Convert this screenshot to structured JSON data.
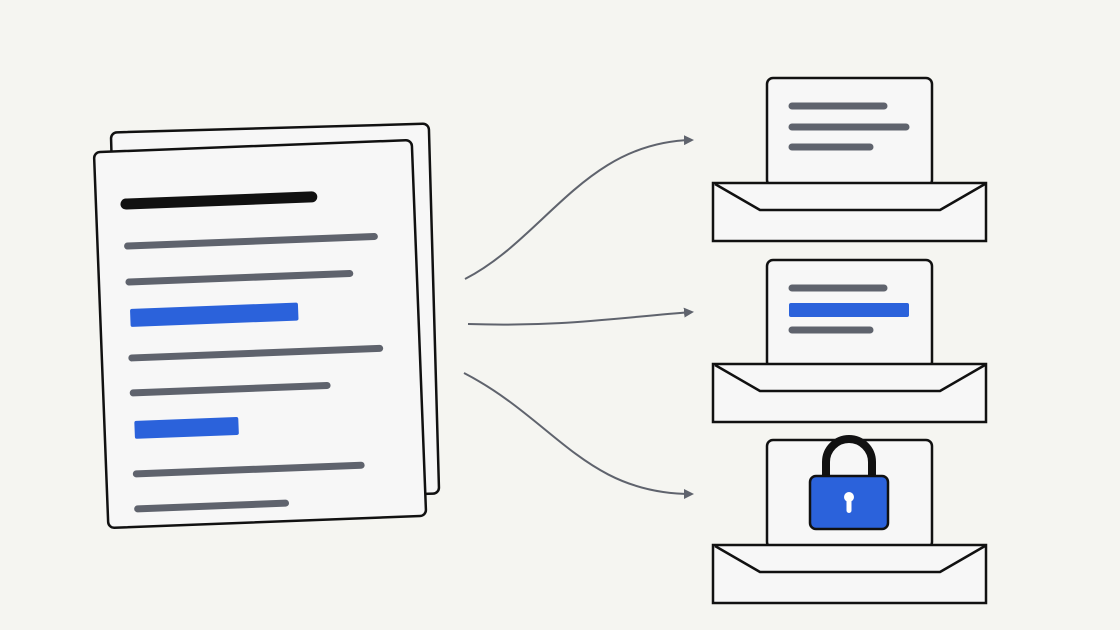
{
  "diagram": {
    "colors": {
      "background": "#f5f5f1",
      "outline": "#111111",
      "paper": "#f7f7f7",
      "text_line": "#5f636d",
      "title_line": "#111111",
      "highlight": "#2b62db",
      "arrow": "#5f636d",
      "lock_body": "#2b62db",
      "lock_keyhole": "#ffffff"
    },
    "source": {
      "icon": "document-stack-icon",
      "lines": [
        "title",
        "text",
        "text",
        "highlight",
        "text",
        "text",
        "highlight",
        "text",
        "text"
      ]
    },
    "arrows": [
      "to-envelope-1",
      "to-envelope-2",
      "to-envelope-3"
    ],
    "envelopes": [
      {
        "icon": "envelope-icon",
        "letter": {
          "lines": [
            "text",
            "text",
            "text"
          ]
        }
      },
      {
        "icon": "envelope-icon",
        "letter": {
          "lines": [
            "text",
            "highlight",
            "text"
          ]
        }
      },
      {
        "icon": "envelope-icon",
        "letter": {
          "lock": true,
          "lock_icon": "padlock-icon"
        }
      }
    ]
  }
}
